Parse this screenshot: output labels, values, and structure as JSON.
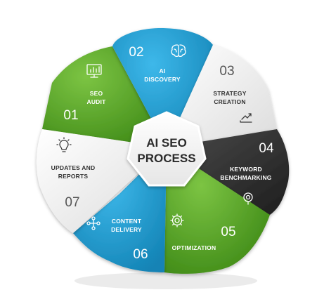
{
  "center": {
    "line1": "AI SEO",
    "line2": "PROCESS"
  },
  "segments": [
    {
      "number": "01",
      "line1": "SEO",
      "line2": "AUDIT",
      "icon": "monitor-chart-icon",
      "color": "#4a9a1e"
    },
    {
      "number": "02",
      "line1": "AI",
      "line2": "DISCOVERY",
      "icon": "brain-icon",
      "color": "#1b95c9"
    },
    {
      "number": "03",
      "line1": "STRATEGY",
      "line2": "CREATION",
      "icon": "trend-chart-icon",
      "color": "#e9e9e9"
    },
    {
      "number": "04",
      "line1": "KEYWORD",
      "line2": "BENCHMARKING",
      "icon": "magnifier-icon",
      "color": "#2e2e2e"
    },
    {
      "number": "05",
      "line1": "OPTIMIZATION",
      "line2": "",
      "icon": "gear-icon",
      "color": "#4a9a1e"
    },
    {
      "number": "06",
      "line1": "CONTENT",
      "line2": "DELIVERY",
      "icon": "network-icon",
      "color": "#1b95c9"
    },
    {
      "number": "07",
      "line1": "UPDATES AND",
      "line2": "REPORTS",
      "icon": "lightbulb-icon",
      "color": "#ececec"
    }
  ]
}
